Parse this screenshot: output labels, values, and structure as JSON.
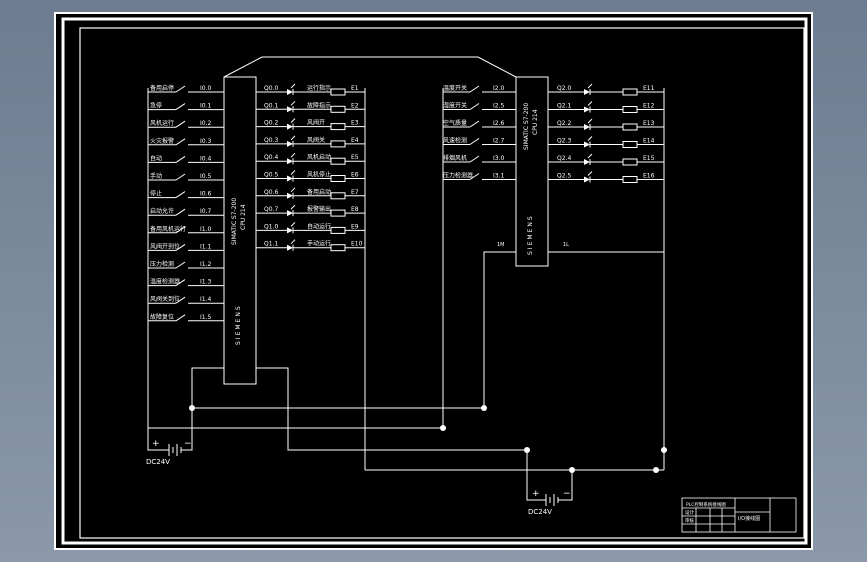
{
  "plc1": {
    "model": "SIMATIC S7-200",
    "cpu": "CPU 214",
    "brand": "SIEMENS",
    "inputs": [
      {
        "label": "备用启停",
        "addr": "I0.0"
      },
      {
        "label": "急停",
        "addr": "I0.1"
      },
      {
        "label": "风机运行",
        "addr": "I0.2"
      },
      {
        "label": "火灾报警",
        "addr": "I0.3"
      },
      {
        "label": "自动",
        "addr": "I0.4"
      },
      {
        "label": "手动",
        "addr": "I0.5"
      },
      {
        "label": "停止",
        "addr": "I0.6"
      },
      {
        "label": "启动允许",
        "addr": "I0.7"
      },
      {
        "label": "备用风机运行",
        "addr": "I1.0"
      },
      {
        "label": "风阀开到位",
        "addr": "I1.1"
      },
      {
        "label": "压力检测",
        "addr": "I1.2"
      },
      {
        "label": "温度检测器",
        "addr": "I1.3"
      },
      {
        "label": "风阀关到位",
        "addr": "I1.4"
      },
      {
        "label": "故障复位",
        "addr": "I1.5"
      }
    ],
    "outputs": [
      {
        "addr": "Q0.0",
        "label": "运行指示",
        "lamp": "E1"
      },
      {
        "addr": "Q0.1",
        "label": "故障指示",
        "lamp": "E2"
      },
      {
        "addr": "Q0.2",
        "label": "风阀开",
        "lamp": "E3"
      },
      {
        "addr": "Q0.3",
        "label": "风阀关",
        "lamp": "E4"
      },
      {
        "addr": "Q0.4",
        "label": "风机启动",
        "lamp": "E5"
      },
      {
        "addr": "Q0.5",
        "label": "风机停止",
        "lamp": "E6"
      },
      {
        "addr": "Q0.6",
        "label": "备用启动",
        "lamp": "E7"
      },
      {
        "addr": "Q0.7",
        "label": "报警输出",
        "lamp": "E8"
      },
      {
        "addr": "Q1.0",
        "label": "自动运行",
        "lamp": "E9"
      },
      {
        "addr": "Q1.1",
        "label": "手动运行",
        "lamp": "E10"
      }
    ]
  },
  "plc2": {
    "model": "SIMATIC S7-200",
    "cpu": "CPU 214",
    "brand": "SIEMENS",
    "pin_left": "1M",
    "pin_right": "1L",
    "inputs": [
      {
        "label": "温度开关",
        "addr": "I2.0"
      },
      {
        "label": "湿度开关",
        "addr": "I2.5"
      },
      {
        "label": "空气质量",
        "addr": "I2.6"
      },
      {
        "label": "风速检测",
        "addr": "I2.7"
      },
      {
        "label": "排烟风机",
        "addr": "I3.0"
      },
      {
        "label": "压力检测器",
        "addr": "I3.1"
      }
    ],
    "outputs": [
      {
        "addr": "Q2.0",
        "lamp": "E11"
      },
      {
        "addr": "Q2.1",
        "lamp": "E12"
      },
      {
        "addr": "Q2.2",
        "lamp": "E13"
      },
      {
        "addr": "Q2.3",
        "lamp": "E14"
      },
      {
        "addr": "Q2.4",
        "lamp": "E15"
      },
      {
        "addr": "Q2.5",
        "lamp": "E16"
      }
    ]
  },
  "supply1": {
    "label": "DC24V",
    "plus": "+",
    "minus": "−"
  },
  "supply2": {
    "label": "DC24V",
    "plus": "+",
    "minus": "−"
  },
  "title_block": {
    "line1": "PLC控制系统接线图",
    "line2": "设计",
    "line3": "审核",
    "side": "I/O接线图"
  },
  "colors": {
    "background": "#000000",
    "line": "#ffffff",
    "frame": "#ffffff",
    "outer": "#7a889b"
  }
}
